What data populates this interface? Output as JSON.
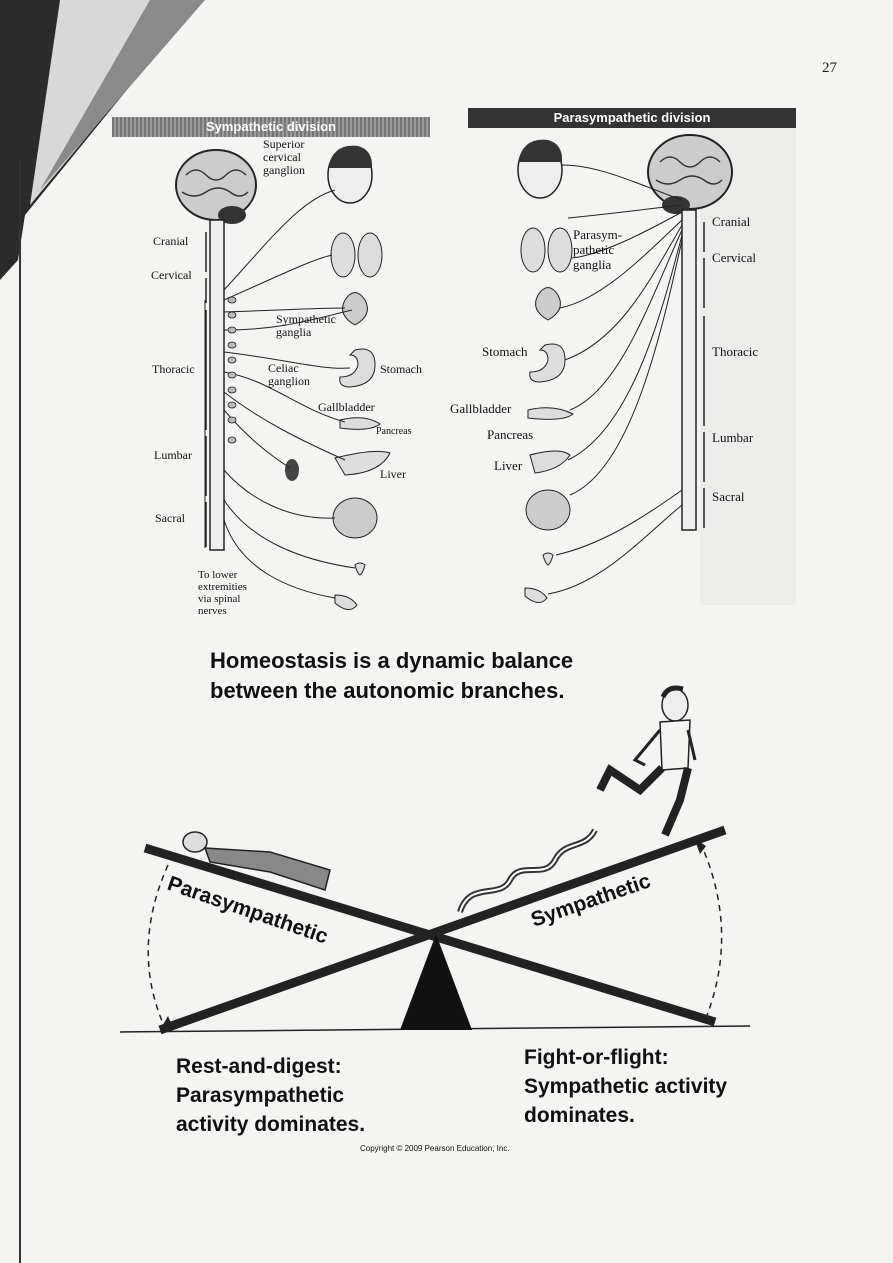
{
  "page_number": "27",
  "sympathetic": {
    "title": "Sympathetic division",
    "superior_cervical_ganglion": [
      "Superior",
      "cervical",
      "ganglion"
    ],
    "sympathetic_ganglia": [
      "Sympathetic",
      "ganglia"
    ],
    "celiac_ganglion": [
      "Celiac",
      "ganglion"
    ],
    "stomach": "Stomach",
    "gallbladder": "Gallbladder",
    "pancreas": "Pancreas",
    "liver": "Liver",
    "lower_extremities_note": [
      "To lower",
      "extremities",
      "via spinal",
      "nerves"
    ],
    "regions": {
      "cranial": "Cranial",
      "cervical": "Cervical",
      "thoracic": "Thoracic",
      "lumbar": "Lumbar",
      "sacral": "Sacral"
    }
  },
  "parasympathetic": {
    "title": "Parasympathetic division",
    "parasympathetic_ganglia": [
      "Parasym-",
      "pathetic",
      "ganglia"
    ],
    "stomach": "Stomach",
    "gallbladder": "Gallbladder",
    "pancreas": "Pancreas",
    "liver": "Liver",
    "regions": {
      "cranial": "Cranial",
      "cervical": "Cervical",
      "thoracic": "Thoracic",
      "lumbar": "Lumbar",
      "sacral": "Sacral"
    }
  },
  "homeostasis": {
    "title_line1": "Homeostasis is a dynamic balance",
    "title_line2": "between the autonomic branches.",
    "seesaw_left": "Parasympathetic",
    "seesaw_right": "Sympathetic",
    "rest_caption": [
      "Rest-and-digest:",
      "Parasympathetic",
      "activity dominates."
    ],
    "fight_caption": [
      "Fight-or-flight:",
      "Sympathetic activity",
      "dominates."
    ]
  },
  "copyright": "Copyright © 2009 Pearson Education, Inc."
}
